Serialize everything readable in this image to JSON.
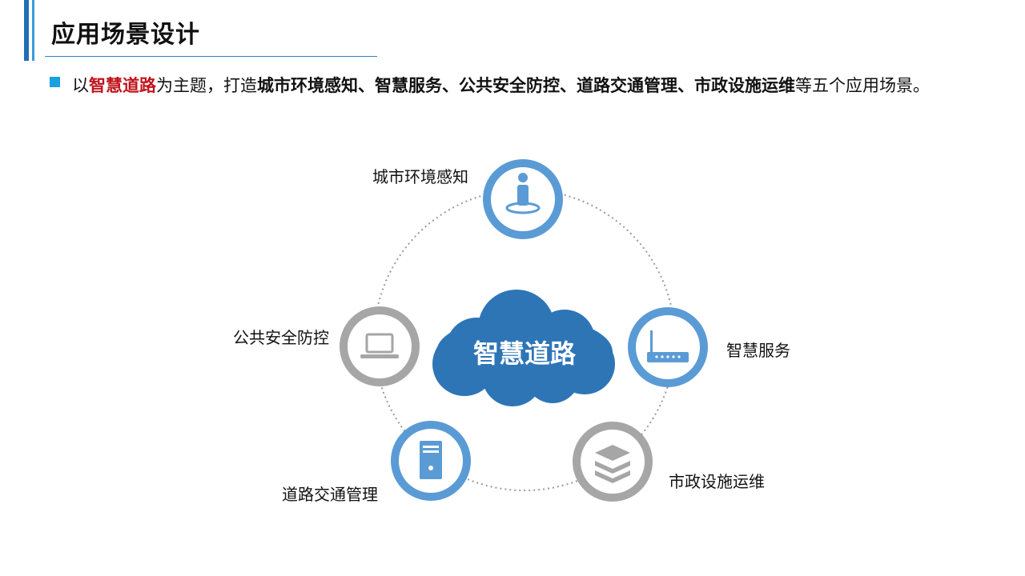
{
  "header": {
    "title": "应用场景设计"
  },
  "bullet": {
    "seg1": "以",
    "seg2": "智慧道路",
    "seg3": "为主题，打造",
    "seg4": "城市环境感知、智慧服务、公共安全防控、道路交通管理、市政设施运维",
    "seg5": "等五个应用场景。"
  },
  "diagram": {
    "center_label": "智慧道路",
    "nodes": [
      {
        "label": "城市环境感知",
        "icon": "person-location-icon"
      },
      {
        "label": "智慧服务",
        "icon": "router-icon"
      },
      {
        "label": "市政设施运维",
        "icon": "layers-icon"
      },
      {
        "label": "道路交通管理",
        "icon": "server-icon"
      },
      {
        "label": "公共安全防控",
        "icon": "laptop-icon"
      }
    ],
    "colors": {
      "blue": "#5b9bd5",
      "gray": "#a6a6a6",
      "cloud": "#2e75b6"
    }
  }
}
